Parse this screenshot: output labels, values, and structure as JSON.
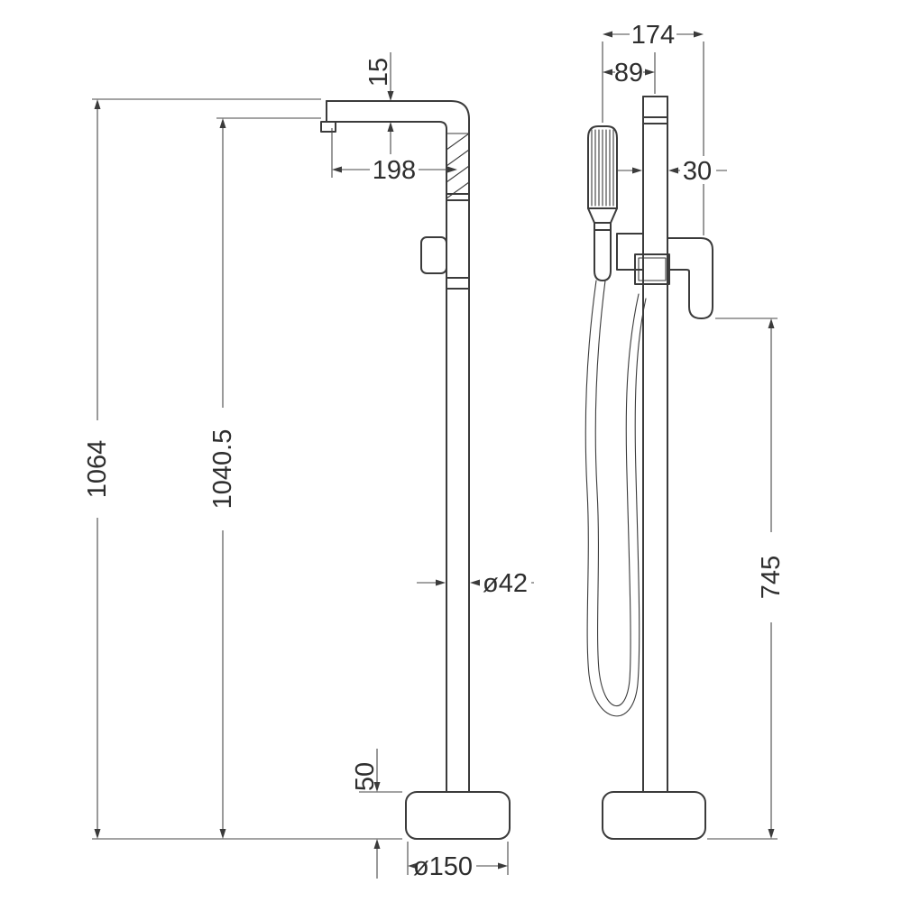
{
  "drawing": {
    "background": "#ffffff",
    "line_color": "#3b3b3b",
    "dimension_line_color": "#474747",
    "text_color": "#2e2e2e"
  },
  "front_view": {
    "dims": {
      "spout_thickness": "15",
      "spout_reach": "198",
      "overall_height": "1064",
      "spout_height": "1040.5",
      "column_diameter": "ø42",
      "base_height": "50",
      "base_diameter": "ø150"
    }
  },
  "side_view": {
    "dims": {
      "overall_depth": "174",
      "handset_center_depth": "89",
      "column_depth": "30",
      "handle_height": "745"
    }
  }
}
